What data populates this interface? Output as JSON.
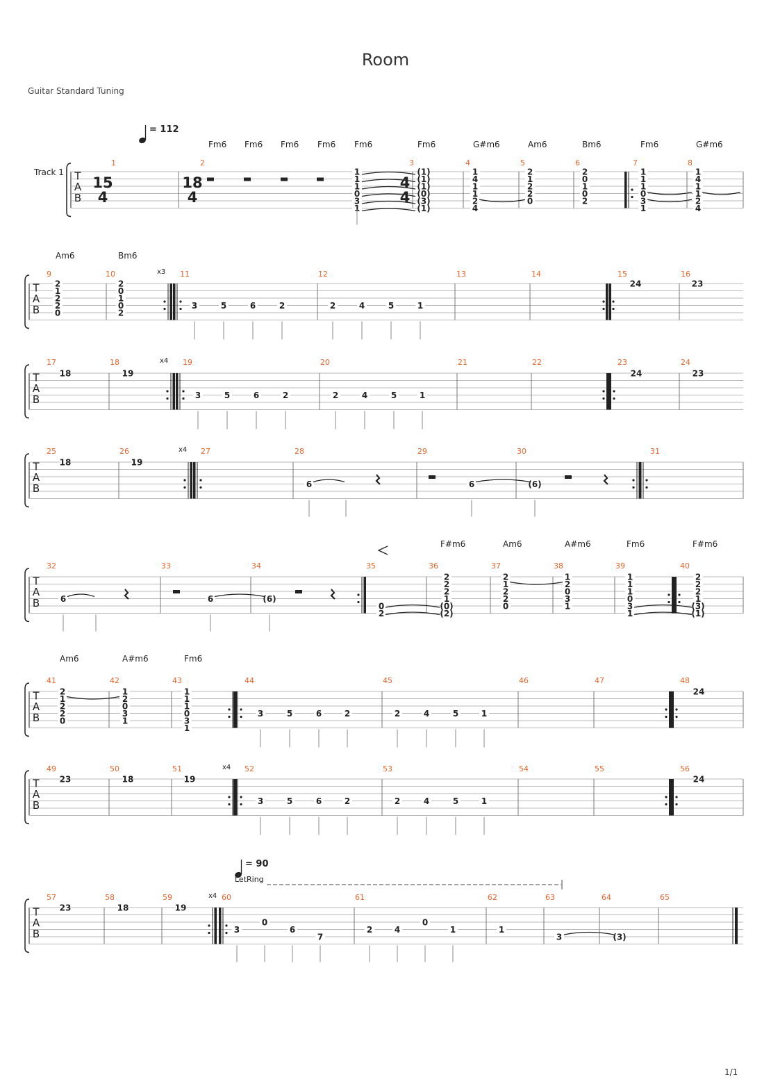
{
  "header": {
    "title": "Room",
    "subtitle": "Guitar Standard Tuning",
    "page": "1/1"
  },
  "track_label": "Track 1",
  "tempi": [
    {
      "bpm": "= 112"
    },
    {
      "bpm": "= 90"
    }
  ],
  "let_ring_label": "LetRing",
  "time_signatures": [
    {
      "num": "15",
      "den": "4"
    },
    {
      "num": "18",
      "den": "4"
    },
    {
      "num": "4",
      "den": "4"
    }
  ],
  "systems": [
    {
      "measures": [
        "1",
        "2",
        "",
        "3",
        "4",
        "5",
        "6",
        "7",
        "8"
      ],
      "chords": [
        "Fm6",
        "Fm6",
        "Fm6",
        "Fm6",
        "Fm6",
        "Fm6",
        "G#m6",
        "Am6",
        "Bm6",
        "Fm6",
        "G#m6"
      ],
      "repeat_count": "",
      "frets": [
        [
          "1",
          "1",
          "1",
          "0",
          "3",
          "1"
        ],
        [
          "(1)",
          "(1)",
          "(1)",
          "(0)",
          "(3)",
          "(1)"
        ],
        [
          "1",
          "4",
          "1",
          "1",
          "2",
          "4"
        ],
        [
          "2",
          "1",
          "2",
          "2",
          "0"
        ],
        [
          "2",
          "0",
          "1",
          "0",
          "2"
        ],
        [
          "1",
          "1",
          "1",
          "0",
          "3",
          "1"
        ],
        [
          "1",
          "4",
          "1",
          "1",
          "2",
          "4"
        ]
      ]
    },
    {
      "measures": [
        "9",
        "10",
        "11",
        "12",
        "13",
        "14",
        "15",
        "16"
      ],
      "chords": [
        "Am6",
        "Bm6"
      ],
      "repeat_count": "x3",
      "frets": [
        [
          "2",
          "1",
          "2",
          "2",
          "0"
        ],
        [
          "2",
          "0",
          "1",
          "0",
          "2"
        ],
        [
          "3",
          "5",
          "6",
          "2"
        ],
        [
          "2",
          "4",
          "5",
          "1"
        ],
        [
          "24"
        ],
        [
          "23"
        ]
      ]
    },
    {
      "measures": [
        "17",
        "18",
        "19",
        "20",
        "21",
        "22",
        "23",
        "24"
      ],
      "repeat_count": "x4",
      "frets": [
        [
          "18"
        ],
        [
          "19"
        ],
        [
          "3",
          "5",
          "6",
          "2"
        ],
        [
          "2",
          "4",
          "5",
          "1"
        ],
        [
          "24"
        ],
        [
          "23"
        ]
      ]
    },
    {
      "measures": [
        "25",
        "26",
        "27",
        "28",
        "29",
        "30",
        "31"
      ],
      "repeat_count": "x4",
      "frets": [
        [
          "18"
        ],
        [
          "19"
        ],
        [
          "6"
        ],
        [
          "6",
          "(6)"
        ]
      ]
    },
    {
      "measures": [
        "32",
        "33",
        "34",
        "35",
        "36",
        "37",
        "38",
        "39",
        "40"
      ],
      "chords": [
        "F#m6",
        "Am6",
        "A#m6",
        "Fm6",
        "F#m6"
      ],
      "frets": [
        [
          "6"
        ],
        [
          "6",
          "(6)"
        ],
        [
          "0",
          "2"
        ],
        [
          "2",
          "2",
          "2",
          "1",
          "(0)",
          "(2)"
        ],
        [
          "2",
          "1",
          "2",
          "2",
          "0"
        ],
        [
          "1",
          "2",
          "0",
          "3",
          "1"
        ],
        [
          "1",
          "1",
          "1",
          "0",
          "3",
          "1"
        ],
        [
          "2",
          "2",
          "2",
          "1",
          "(3)",
          "(1)"
        ]
      ]
    },
    {
      "measures": [
        "41",
        "42",
        "43",
        "44",
        "45",
        "46",
        "47",
        "48"
      ],
      "chords": [
        "Am6",
        "A#m6",
        "Fm6"
      ],
      "frets": [
        [
          "2",
          "1",
          "2",
          "2",
          "0"
        ],
        [
          "1",
          "2",
          "0",
          "3",
          "1"
        ],
        [
          "1",
          "1",
          "1",
          "0",
          "3",
          "1"
        ],
        [
          "3",
          "5",
          "6",
          "2"
        ],
        [
          "2",
          "4",
          "5",
          "1"
        ],
        [
          "24"
        ]
      ]
    },
    {
      "measures": [
        "49",
        "50",
        "51",
        "52",
        "53",
        "54",
        "55",
        "56"
      ],
      "repeat_count": "x4",
      "frets": [
        [
          "23"
        ],
        [
          "18"
        ],
        [
          "19"
        ],
        [
          "3",
          "5",
          "6",
          "2"
        ],
        [
          "2",
          "4",
          "5",
          "1"
        ],
        [
          "24"
        ]
      ]
    },
    {
      "measures": [
        "57",
        "58",
        "59",
        "60",
        "61",
        "62",
        "63",
        "64",
        "65"
      ],
      "repeat_count": "x4",
      "frets": [
        [
          "23"
        ],
        [
          "18"
        ],
        [
          "19"
        ],
        [
          "3",
          "0",
          "6",
          "7"
        ],
        [
          "2",
          "4",
          "0",
          "1"
        ],
        [
          "1"
        ],
        [
          "3",
          "(3)"
        ]
      ]
    }
  ]
}
